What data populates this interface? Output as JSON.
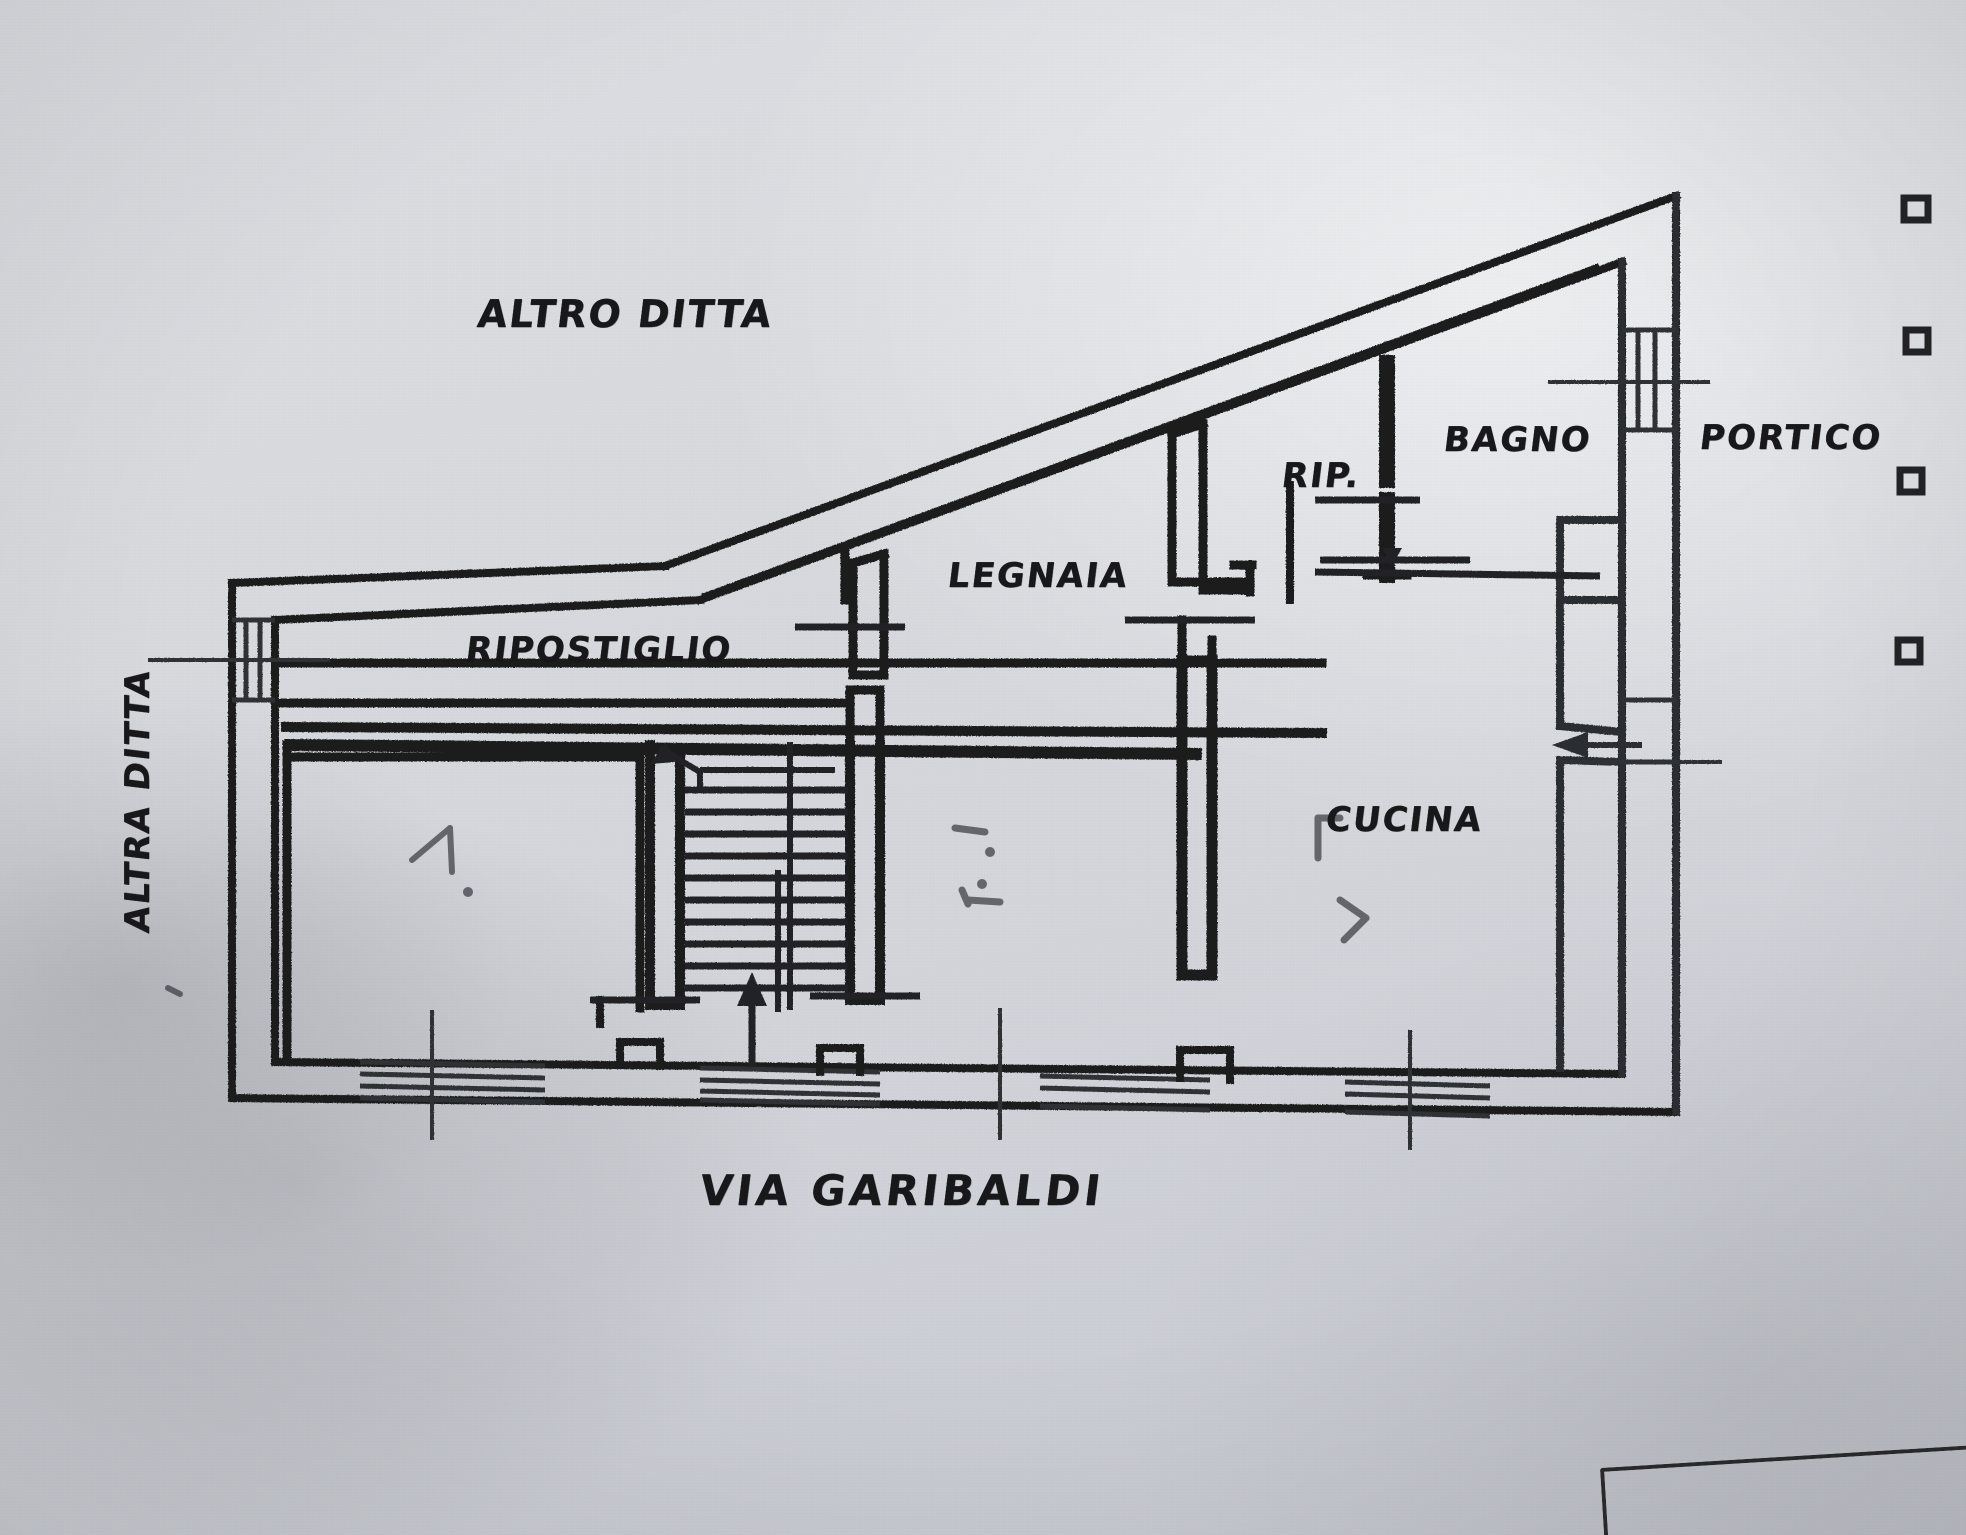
{
  "document": {
    "type": "hand-drawn architectural floor plan",
    "medium": "photograph of paper drawing",
    "ink_color": "#18181a",
    "paper_color": "#d6d8dd"
  },
  "labels": {
    "top_neighbor": "ALTRO DITTA",
    "left_neighbor": "ALTRA DITTA",
    "storage": "RIPOSTIGLIO",
    "woodshed": "LEGNAIA",
    "small_storage": "RIP.",
    "bathroom": "BAGNO",
    "porch": "PORTICO",
    "kitchen": "CUCINA",
    "street": "VIA   GARIBALDI"
  },
  "rooms": [
    {
      "name": "RIPOSTIGLIO",
      "meaning": "storage room",
      "position": "upper-left strip"
    },
    {
      "name": "LEGNAIA",
      "meaning": "woodshed",
      "position": "upper-center"
    },
    {
      "name": "RIP.",
      "meaning": "small storage",
      "position": "upper-right-center"
    },
    {
      "name": "BAGNO",
      "meaning": "bathroom",
      "position": "upper-right"
    },
    {
      "name": "CUCINA",
      "meaning": "kitchen",
      "position": "right"
    },
    {
      "name": "PORTICO",
      "meaning": "covered porch",
      "position": "outside right edge"
    }
  ],
  "boundaries": {
    "north": "ALTRO DITTA",
    "west": "ALTRA DITTA",
    "south": "VIA   GARIBALDI"
  },
  "symbols": {
    "staircase": "stair-run with treads, center stringer line",
    "entry_arrow_bottom": "arrow pointing up into building from VIA GARIBALDI",
    "entry_arrow_right": "arrow pointing left into building from PORTICO",
    "windows": "double-line window openings with dimension crosshairs",
    "margin_marks": "four small square punch marks on right margin"
  },
  "margin_marks_count": 4
}
